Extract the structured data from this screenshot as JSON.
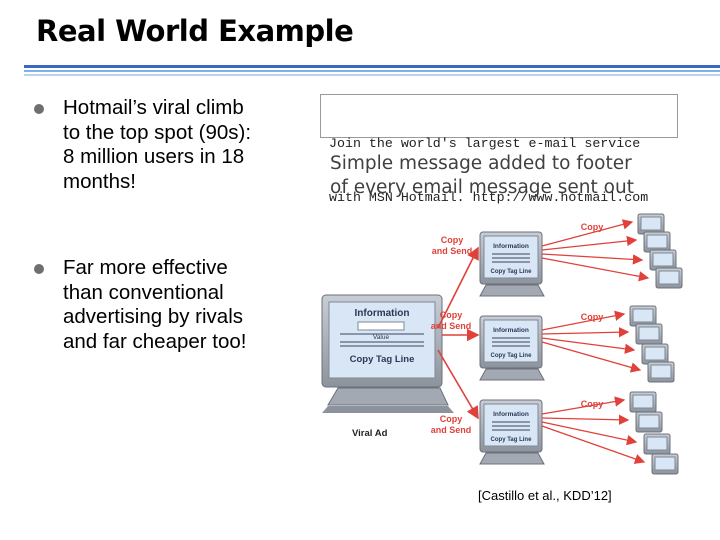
{
  "slide": {
    "title": "Real World Example",
    "bullets": [
      {
        "lines": [
          "Hotmail’s viral climb",
          "to the top spot (90s):",
          "8 million users in 18",
          "months!"
        ]
      },
      {
        "lines": [
          "Far more effective",
          "than conventional",
          "advertising by rivals",
          "and far cheaper too!"
        ]
      }
    ]
  },
  "figure": {
    "footer_lines": [
      "Join the world's largest e-mail service",
      "with MSN Hotmail. http://www.hotmail.com"
    ],
    "caption_lines": [
      "Simple message added to footer",
      "of every  email message sent out"
    ],
    "big_screen_title": "Information",
    "big_screen_value": "Value",
    "big_screen_copy_tag": "Copy Tag Line",
    "mid_screen_title": "Information",
    "mid_screen_copy_tag": "Copy Tag Line",
    "copy_and_send_top": "Copy",
    "copy_and_send_bottom": "and Send",
    "copy_label": "Copy",
    "viral_ad_label": "Viral Ad",
    "colors": {
      "arrow": "#e0413a",
      "monitor": "#a9afb8",
      "screen": "#d8e6f5"
    }
  },
  "citation": "[Castillo et al., KDD’12]"
}
